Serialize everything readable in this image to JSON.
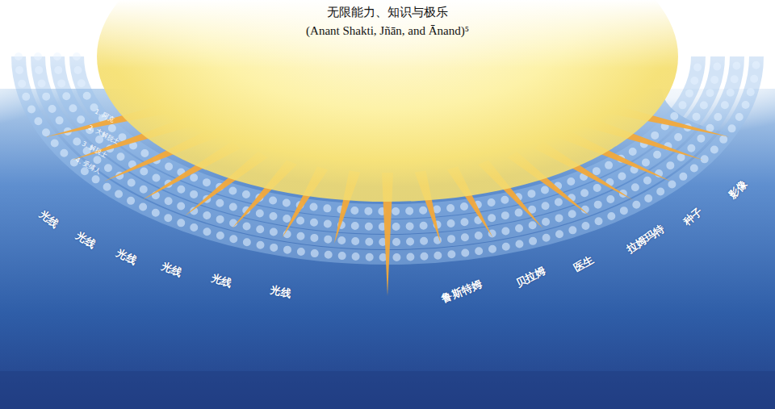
{
  "diagram": {
    "title": "无限能力、知识与极乐",
    "labels": [
      "(Anant Shakti, Jñān, and Ānand)⁵",
      "1. 阿克",
      "2. 大解脱士",
      "3. 解脱士",
      "4. 受缚人",
      "光线",
      "光线",
      "光线",
      "光线",
      "光线",
      "光线",
      "鲁斯特姆",
      "贝拉姆",
      "医生",
      "拉姆玛特",
      "种子",
      "影像"
    ]
  }
}
